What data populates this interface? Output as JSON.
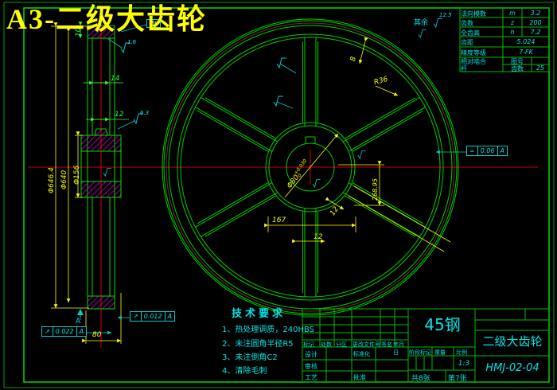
{
  "header": {
    "title": "A3-二级大齿轮"
  },
  "colors": {
    "background": "#000000",
    "line_green": "#00dd00",
    "dim_yellow": "#ffff00",
    "text_cyan": "#00e5e5",
    "centerline_red": "#cc0000",
    "pitch_circle_dark_red": "#7a2a2a",
    "hatch_magenta": "#cc00cc",
    "title_yellow": "#ffff00"
  },
  "param_table": {
    "rows": [
      {
        "label": "法向模数",
        "sym": "m",
        "val": "3.2"
      },
      {
        "label": "齿数",
        "sym": "z",
        "val": "200"
      },
      {
        "label": "全齿高",
        "sym": "h",
        "val": "7.2"
      },
      {
        "label": "齿距",
        "sym": "",
        "val": "5.024"
      },
      {
        "label": "精度等级",
        "sym": "",
        "val": "7-FK"
      },
      {
        "label": "相对啮合",
        "sym": "图号",
        "val": ""
      },
      {
        "label": "杆",
        "sym": "齿数",
        "val": "25"
      }
    ]
  },
  "surface": {
    "label": "其余",
    "value": "12.5"
  },
  "tech_req": {
    "heading": "技术要求",
    "items": [
      "1、热处理调质，240HBS",
      "2、未注圆角半径R5",
      "3、未注倒角C2",
      "4、清除毛刺"
    ]
  },
  "title_block": {
    "material": "45钢",
    "part_name": "二级大齿轮",
    "drawing_no": "HMJ-02-04",
    "rev_cols": [
      "标记",
      "处数",
      "分区",
      "更改文件号",
      "签名",
      "年月日"
    ],
    "design": "设计",
    "standardize": "标准化",
    "review": "审核",
    "process": "工艺",
    "approve": "批准",
    "stage": "阶段标记",
    "weight": "重量",
    "scale_label": "比例",
    "scale": "1:3",
    "total": "共8张",
    "page": "第7张"
  },
  "dims": {
    "left": {
      "w10": "10",
      "w14": "14",
      "w12": "12",
      "w80": "80",
      "dia_tip": "Φ646.4",
      "dia_pitch": "Φ640",
      "dia_hub": "Φ156",
      "rough1": "1.6",
      "rough2": "6.3"
    },
    "front": {
      "bore": "Φ80",
      "bore_tol_up": "+0.030",
      "bore_tol_dn": "0",
      "r36": "R36",
      "rim8": "8",
      "d167": "167",
      "spoke12": "12",
      "spoke12b": "12",
      "v268": "268.95"
    },
    "callout_m6": "M6"
  },
  "gdt": {
    "f1": {
      "sym": "↗",
      "val": "0.022",
      "datum": "A"
    },
    "f2": {
      "sym": "↗",
      "val": "0.012",
      "datum": "A"
    },
    "f3": {
      "sym": "=",
      "val": "0.06",
      "datum": "A"
    },
    "datum_label": "A"
  }
}
